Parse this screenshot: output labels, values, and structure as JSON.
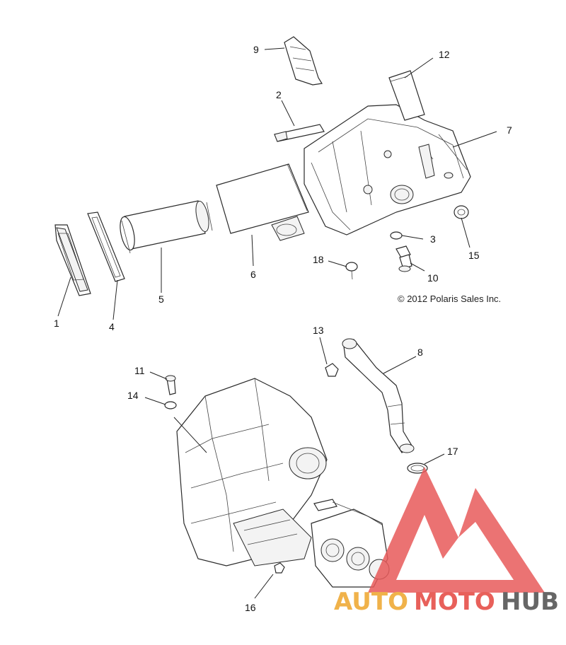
{
  "copyright": "© 2012 Polaris Sales Inc.",
  "callouts": [
    "1",
    "2",
    "3",
    "4",
    "5",
    "6",
    "7",
    "8",
    "9",
    "10",
    "11",
    "12",
    "13",
    "14",
    "15",
    "16",
    "17",
    "18"
  ],
  "watermark": {
    "part1": "AUTO",
    "part2": "MOTO",
    "part3": "HUB",
    "colors": {
      "auto": "#f0b24a",
      "moto": "#e8605a",
      "hub": "#666666",
      "logo": "#e85a5a"
    }
  }
}
